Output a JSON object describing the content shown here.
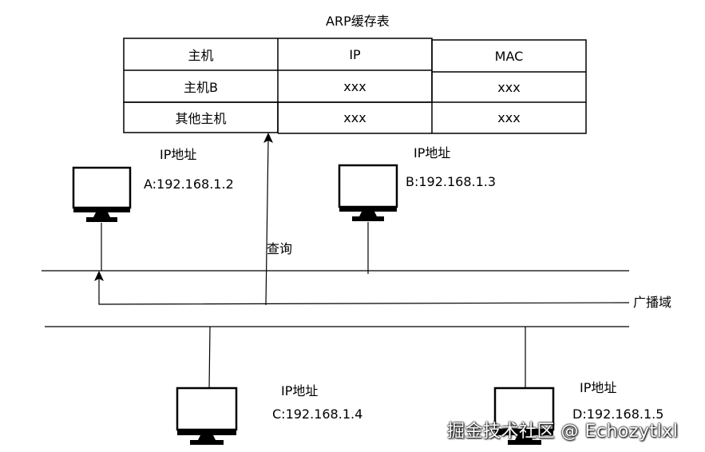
{
  "table": {
    "title": "ARP缓存表",
    "headers": [
      "主机",
      "IP",
      "MAC"
    ],
    "rows": [
      [
        "主机B",
        "xxx",
        "xxx"
      ],
      [
        "其他主机",
        "xxx",
        "xxx"
      ]
    ]
  },
  "hosts": {
    "a": {
      "ip_label": "IP地址",
      "address": "A:192.168.1.2"
    },
    "b": {
      "ip_label": "IP地址",
      "address": "B:192.168.1.3"
    },
    "c": {
      "ip_label": "IP地址",
      "address": "C:192.168.1.4"
    },
    "d": {
      "ip_label": "IP地址",
      "address": "D:192.168.1.5"
    }
  },
  "labels": {
    "query": "查询",
    "broadcast_domain": "广播域"
  },
  "watermark": "掘金技术社区 @ Echozytlxl"
}
